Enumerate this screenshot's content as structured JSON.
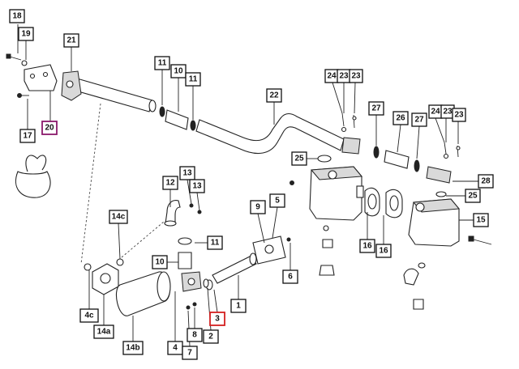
{
  "callouts": [
    {
      "id": "18",
      "label": "18"
    },
    {
      "id": "19",
      "label": "19"
    },
    {
      "id": "21",
      "label": "21"
    },
    {
      "id": "17",
      "label": "17"
    },
    {
      "id": "20",
      "label": "20",
      "highlight": "#8b1a6b"
    },
    {
      "id": "11a",
      "label": "11"
    },
    {
      "id": "10a",
      "label": "10"
    },
    {
      "id": "11b",
      "label": "11"
    },
    {
      "id": "22",
      "label": "22"
    },
    {
      "id": "24a",
      "label": "24"
    },
    {
      "id": "23a",
      "label": "23"
    },
    {
      "id": "23b",
      "label": "23"
    },
    {
      "id": "27a",
      "label": "27"
    },
    {
      "id": "26",
      "label": "26"
    },
    {
      "id": "27b",
      "label": "27"
    },
    {
      "id": "24b",
      "label": "24"
    },
    {
      "id": "23c",
      "label": "23"
    },
    {
      "id": "23d",
      "label": "23"
    },
    {
      "id": "25a",
      "label": "25"
    },
    {
      "id": "28",
      "label": "28"
    },
    {
      "id": "25b",
      "label": "25"
    },
    {
      "id": "15",
      "label": "15"
    },
    {
      "id": "16a",
      "label": "16"
    },
    {
      "id": "16b",
      "label": "16"
    },
    {
      "id": "12",
      "label": "12"
    },
    {
      "id": "13a",
      "label": "13"
    },
    {
      "id": "13b",
      "label": "13"
    },
    {
      "id": "14c",
      "label": "14c"
    },
    {
      "id": "9",
      "label": "9"
    },
    {
      "id": "5",
      "label": "5"
    },
    {
      "id": "11c",
      "label": "11"
    },
    {
      "id": "10b",
      "label": "10"
    },
    {
      "id": "6",
      "label": "6"
    },
    {
      "id": "1",
      "label": "1"
    },
    {
      "id": "3",
      "label": "3",
      "highlight": "#d42020"
    },
    {
      "id": "4c",
      "label": "4c"
    },
    {
      "id": "14a",
      "label": "14a"
    },
    {
      "id": "14b",
      "label": "14b"
    },
    {
      "id": "4",
      "label": "4"
    },
    {
      "id": "8",
      "label": "8"
    },
    {
      "id": "2",
      "label": "2"
    },
    {
      "id": "7",
      "label": "7"
    }
  ]
}
